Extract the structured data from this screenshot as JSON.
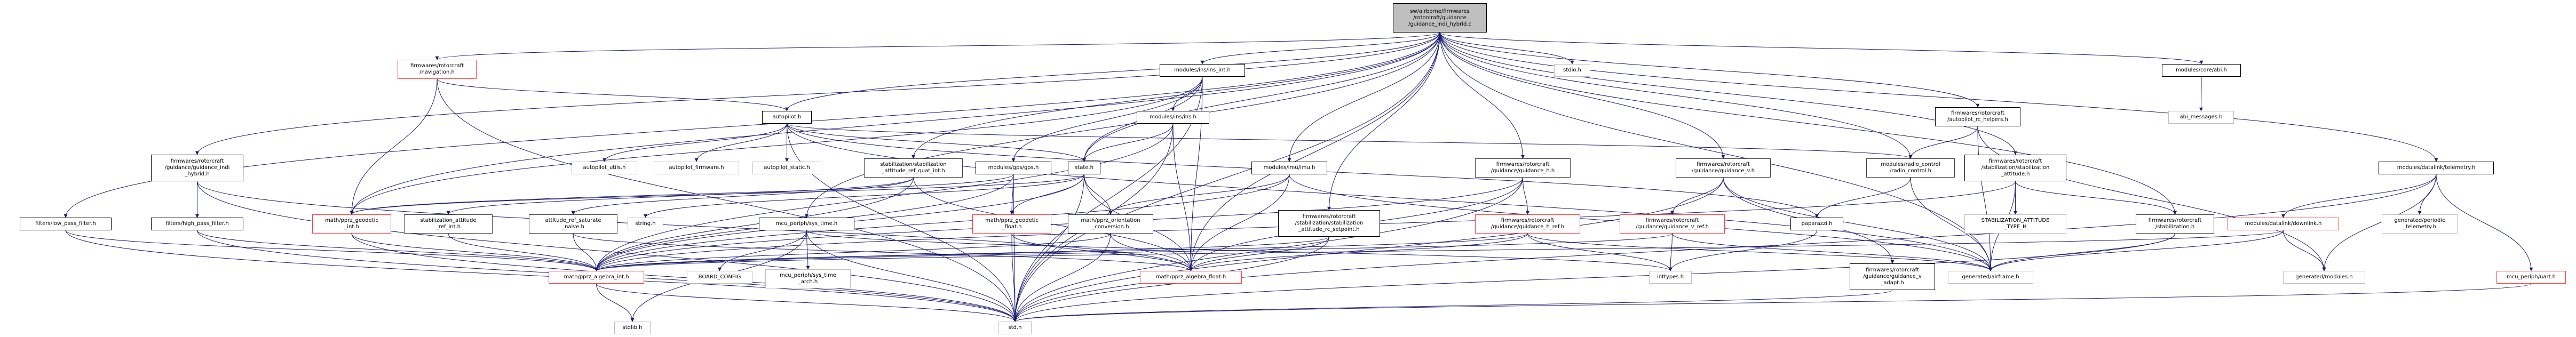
{
  "diagram": {
    "type": "include-dependency-graph",
    "edge_color": "#191970",
    "colors": {
      "root_fill": "#bfbfbf",
      "missing_doc_border": "#ff4040",
      "external_border": "#bfbfbf",
      "normal_border": "#000000"
    },
    "nodes": [
      {
        "id": "root",
        "label": "sw/airborne/firmwares\n/rotorcraft/guidance\n/guidance_indi_hybrid.c",
        "style": "root"
      },
      {
        "id": "navigation",
        "label": "firmwares/rotorcraft\n/navigation.h",
        "style": "red"
      },
      {
        "id": "ins_int",
        "label": "modules/ins/ins_int.h",
        "style": "normal"
      },
      {
        "id": "stdio",
        "label": "stdio.h",
        "style": "grey"
      },
      {
        "id": "abi",
        "label": "modules/core/abi.h",
        "style": "normal"
      },
      {
        "id": "abi_messages",
        "label": "abi_messages.h",
        "style": "grey"
      },
      {
        "id": "autopilot",
        "label": "autopilot.h",
        "style": "normal"
      },
      {
        "id": "ins",
        "label": "modules/ins/ins.h",
        "style": "normal"
      },
      {
        "id": "autopilot_rc_helpers",
        "label": "firmwares/rotorcraft\n/autopilot_rc_helpers.h",
        "style": "normal"
      },
      {
        "id": "gi_hybrid_h",
        "label": "firmwares/rotorcraft\n/guidance/guidance_indi\n_hybrid.h",
        "style": "normal"
      },
      {
        "id": "autopilot_utils",
        "label": "autopilot_utils.h",
        "style": "grey"
      },
      {
        "id": "autopilot_firmware",
        "label": "autopilot_firmware.h",
        "style": "grey"
      },
      {
        "id": "autopilot_static",
        "label": "autopilot_static.h",
        "style": "grey"
      },
      {
        "id": "stab_ref_quat_int",
        "label": "stabilization/stabilization\n_attitude_ref_quat_int.h",
        "style": "dark"
      },
      {
        "id": "gps",
        "label": "modules/gps/gps.h",
        "style": "normal"
      },
      {
        "id": "state",
        "label": "state.h",
        "style": "normal"
      },
      {
        "id": "imu",
        "label": "modules/imu/imu.h",
        "style": "normal"
      },
      {
        "id": "guidance_h",
        "label": "firmwares/rotorcraft\n/guidance/guidance_h.h",
        "style": "dark"
      },
      {
        "id": "guidance_v",
        "label": "firmwares/rotorcraft\n/guidance/guidance_v.h",
        "style": "dark"
      },
      {
        "id": "radio_control",
        "label": "modules/radio_control\n/radio_control.h",
        "style": "dark"
      },
      {
        "id": "stab_attitude",
        "label": "firmwares/rotorcraft\n/stabilization/stabilization\n_attitude.h",
        "style": "normal"
      },
      {
        "id": "telemetry",
        "label": "modules/datalink/telemetry.h",
        "style": "normal"
      },
      {
        "id": "low_pass",
        "label": "filters/low_pass_filter.h",
        "style": "normal"
      },
      {
        "id": "high_pass",
        "label": "filters/high_pass_filter.h",
        "style": "normal"
      },
      {
        "id": "geodetic_int",
        "label": "math/pprz_geodetic\n_int.h",
        "style": "red"
      },
      {
        "id": "stab_ref_int",
        "label": "stabilization_attitude\n_ref_int.h",
        "style": "dark"
      },
      {
        "id": "ref_saturate",
        "label": "attitude_ref_saturate\n_naive.h",
        "style": "dark"
      },
      {
        "id": "string",
        "label": "string.h",
        "style": "grey"
      },
      {
        "id": "sys_time",
        "label": "mcu_periph/sys_time.h",
        "style": "normal"
      },
      {
        "id": "geodetic_float",
        "label": "math/pprz_geodetic\n_float.h",
        "style": "red"
      },
      {
        "id": "orientation_conv",
        "label": "math/pprz_orientation\n_conversion.h",
        "style": "dark"
      },
      {
        "id": "stab_rc_setpoint",
        "label": "firmwares/rotorcraft\n/stabilization/stabilization\n_attitude_rc_setpoint.h",
        "style": "normal"
      },
      {
        "id": "guidance_h_ref",
        "label": "firmwares/rotorcraft\n/guidance/guidance_h_ref.h",
        "style": "red"
      },
      {
        "id": "guidance_v_ref",
        "label": "firmwares/rotorcraft\n/guidance/guidance_v_ref.h",
        "style": "red"
      },
      {
        "id": "paparazzi",
        "label": "paparazzi.h",
        "style": "normal"
      },
      {
        "id": "stab_type_h",
        "label": "STABILIZATION_ATTITUDE\n_TYPE_H",
        "style": "grey"
      },
      {
        "id": "stabilization",
        "label": "firmwares/rotorcraft\n/stabilization.h",
        "style": "dark"
      },
      {
        "id": "downlink",
        "label": "modules/datalink/downlink.h",
        "style": "red"
      },
      {
        "id": "periodic_telemetry",
        "label": "generated/periodic\n_telemetry.h",
        "style": "grey"
      },
      {
        "id": "algebra_int",
        "label": "math/pprz_algebra_int.h",
        "style": "red"
      },
      {
        "id": "board_config",
        "label": "BOARD_CONFIG",
        "style": "grey"
      },
      {
        "id": "sys_time_arch",
        "label": "mcu_periph/sys_time\n_arch.h",
        "style": "grey"
      },
      {
        "id": "algebra_float",
        "label": "math/pprz_algebra_float.h",
        "style": "red"
      },
      {
        "id": "inttypes",
        "label": "inttypes.h",
        "style": "grey"
      },
      {
        "id": "guidance_v_adapt",
        "label": "firmwares/rotorcraft\n/guidance/guidance_v\n_adapt.h",
        "style": "normal"
      },
      {
        "id": "airframe",
        "label": "generated/airframe.h",
        "style": "grey"
      },
      {
        "id": "gen_modules",
        "label": "generated/modules.h",
        "style": "grey"
      },
      {
        "id": "uart",
        "label": "mcu_periph/uart.h",
        "style": "red"
      },
      {
        "id": "stdlib",
        "label": "stdlib.h",
        "style": "grey"
      },
      {
        "id": "std",
        "label": "std.h",
        "style": "grey"
      }
    ],
    "edges": [
      [
        "root",
        "navigation"
      ],
      [
        "root",
        "ins_int"
      ],
      [
        "root",
        "stdio"
      ],
      [
        "root",
        "abi"
      ],
      [
        "root",
        "autopilot"
      ],
      [
        "root",
        "gi_hybrid_h"
      ],
      [
        "root",
        "autopilot_rc_helpers"
      ],
      [
        "root",
        "stab_ref_quat_int"
      ],
      [
        "root",
        "state"
      ],
      [
        "root",
        "imu"
      ],
      [
        "root",
        "guidance_h"
      ],
      [
        "root",
        "guidance_v"
      ],
      [
        "root",
        "radio_control"
      ],
      [
        "root",
        "stab_attitude"
      ],
      [
        "root",
        "telemetry"
      ],
      [
        "root",
        "low_pass"
      ],
      [
        "root",
        "geodetic_int"
      ],
      [
        "root",
        "sys_time"
      ],
      [
        "root",
        "stab_rc_setpoint"
      ],
      [
        "root",
        "airframe"
      ],
      [
        "root",
        "std"
      ],
      [
        "root",
        "algebra_float"
      ],
      [
        "root",
        "stabilization"
      ],
      [
        "navigation",
        "autopilot"
      ],
      [
        "navigation",
        "geodetic_int"
      ],
      [
        "navigation",
        "std"
      ],
      [
        "ins_int",
        "ins"
      ],
      [
        "ins_int",
        "gps"
      ],
      [
        "ins_int",
        "state"
      ],
      [
        "ins_int",
        "algebra_float"
      ],
      [
        "ins_int",
        "geodetic_int"
      ],
      [
        "ins_int",
        "std"
      ],
      [
        "ins",
        "state"
      ],
      [
        "ins",
        "algebra_float"
      ],
      [
        "ins",
        "algebra_int"
      ],
      [
        "ins",
        "std"
      ],
      [
        "abi",
        "abi_messages"
      ],
      [
        "autopilot",
        "autopilot_utils"
      ],
      [
        "autopilot",
        "autopilot_firmware"
      ],
      [
        "autopilot",
        "autopilot_static"
      ],
      [
        "autopilot",
        "state"
      ],
      [
        "autopilot",
        "paparazzi"
      ],
      [
        "autopilot",
        "airframe"
      ],
      [
        "autopilot",
        "radio_control"
      ],
      [
        "autopilot",
        "std"
      ],
      [
        "autopilot_rc_helpers",
        "radio_control"
      ],
      [
        "autopilot_rc_helpers",
        "airframe"
      ],
      [
        "autopilot_rc_helpers",
        "gen_modules"
      ],
      [
        "gi_hybrid_h",
        "high_pass"
      ],
      [
        "gi_hybrid_h",
        "algebra_float"
      ],
      [
        "gi_hybrid_h",
        "std"
      ],
      [
        "stab_ref_quat_int",
        "stab_ref_int"
      ],
      [
        "stab_ref_quat_int",
        "ref_saturate"
      ],
      [
        "stab_ref_quat_int",
        "algebra_int"
      ],
      [
        "stab_ref_quat_int",
        "algebra_float"
      ],
      [
        "gps",
        "geodetic_int"
      ],
      [
        "gps",
        "geodetic_float"
      ],
      [
        "gps",
        "std"
      ],
      [
        "gps",
        "algebra_int"
      ],
      [
        "state",
        "geodetic_int"
      ],
      [
        "state",
        "geodetic_float"
      ],
      [
        "state",
        "orientation_conv"
      ],
      [
        "state",
        "algebra_int"
      ],
      [
        "state",
        "algebra_float"
      ],
      [
        "state",
        "string"
      ],
      [
        "state",
        "std"
      ],
      [
        "imu",
        "algebra_int"
      ],
      [
        "imu",
        "algebra_float"
      ],
      [
        "imu",
        "orientation_conv"
      ],
      [
        "imu",
        "airframe"
      ],
      [
        "guidance_h",
        "guidance_h_ref"
      ],
      [
        "guidance_h",
        "algebra_int"
      ],
      [
        "guidance_h",
        "algebra_float"
      ],
      [
        "guidance_h",
        "std"
      ],
      [
        "guidance_v",
        "guidance_v_ref"
      ],
      [
        "guidance_v",
        "guidance_v_adapt"
      ],
      [
        "guidance_v",
        "airframe"
      ],
      [
        "guidance_v",
        "std"
      ],
      [
        "radio_control",
        "paparazzi"
      ],
      [
        "radio_control",
        "airframe"
      ],
      [
        "stab_attitude",
        "stab_type_h"
      ],
      [
        "stab_attitude",
        "stabilization"
      ],
      [
        "stab_attitude",
        "algebra_int"
      ],
      [
        "stab_attitude",
        "airframe"
      ],
      [
        "telemetry",
        "downlink"
      ],
      [
        "telemetry",
        "periodic_telemetry"
      ],
      [
        "telemetry",
        "uart"
      ],
      [
        "telemetry",
        "std"
      ],
      [
        "telemetry",
        "gen_modules"
      ],
      [
        "low_pass",
        "algebra_int"
      ],
      [
        "low_pass",
        "std"
      ],
      [
        "high_pass",
        "algebra_int"
      ],
      [
        "high_pass",
        "std"
      ],
      [
        "geodetic_int",
        "algebra_int"
      ],
      [
        "geodetic_int",
        "std"
      ],
      [
        "stab_ref_int",
        "algebra_int"
      ],
      [
        "ref_saturate",
        "algebra_int"
      ],
      [
        "ref_saturate",
        "algebra_float"
      ],
      [
        "sys_time",
        "board_config"
      ],
      [
        "sys_time",
        "sys_time_arch"
      ],
      [
        "sys_time",
        "std"
      ],
      [
        "sys_time",
        "inttypes"
      ],
      [
        "sys_time",
        "stdlib"
      ],
      [
        "geodetic_float",
        "algebra_float"
      ],
      [
        "geodetic_float",
        "std"
      ],
      [
        "orientation_conv",
        "algebra_float"
      ],
      [
        "orientation_conv",
        "std"
      ],
      [
        "orientation_conv",
        "algebra_int"
      ],
      [
        "stab_rc_setpoint",
        "algebra_int"
      ],
      [
        "stab_rc_setpoint",
        "algebra_float"
      ],
      [
        "stab_rc_setpoint",
        "std"
      ],
      [
        "guidance_h_ref",
        "algebra_int"
      ],
      [
        "guidance_h_ref",
        "inttypes"
      ],
      [
        "guidance_h_ref",
        "airframe"
      ],
      [
        "guidance_h_ref",
        "algebra_float"
      ],
      [
        "guidance_v_ref",
        "inttypes"
      ],
      [
        "guidance_v_ref",
        "airframe"
      ],
      [
        "guidance_v_ref",
        "algebra_int"
      ],
      [
        "paparazzi",
        "inttypes"
      ],
      [
        "stabilization",
        "airframe"
      ],
      [
        "stabilization",
        "std"
      ],
      [
        "downlink",
        "airframe"
      ],
      [
        "downlink",
        "gen_modules"
      ],
      [
        "downlink",
        "algebra_int"
      ],
      [
        "algebra_int",
        "stdlib"
      ],
      [
        "algebra_int",
        "std"
      ],
      [
        "guidance_v_adapt",
        "std"
      ],
      [
        "uart",
        "std"
      ]
    ]
  }
}
